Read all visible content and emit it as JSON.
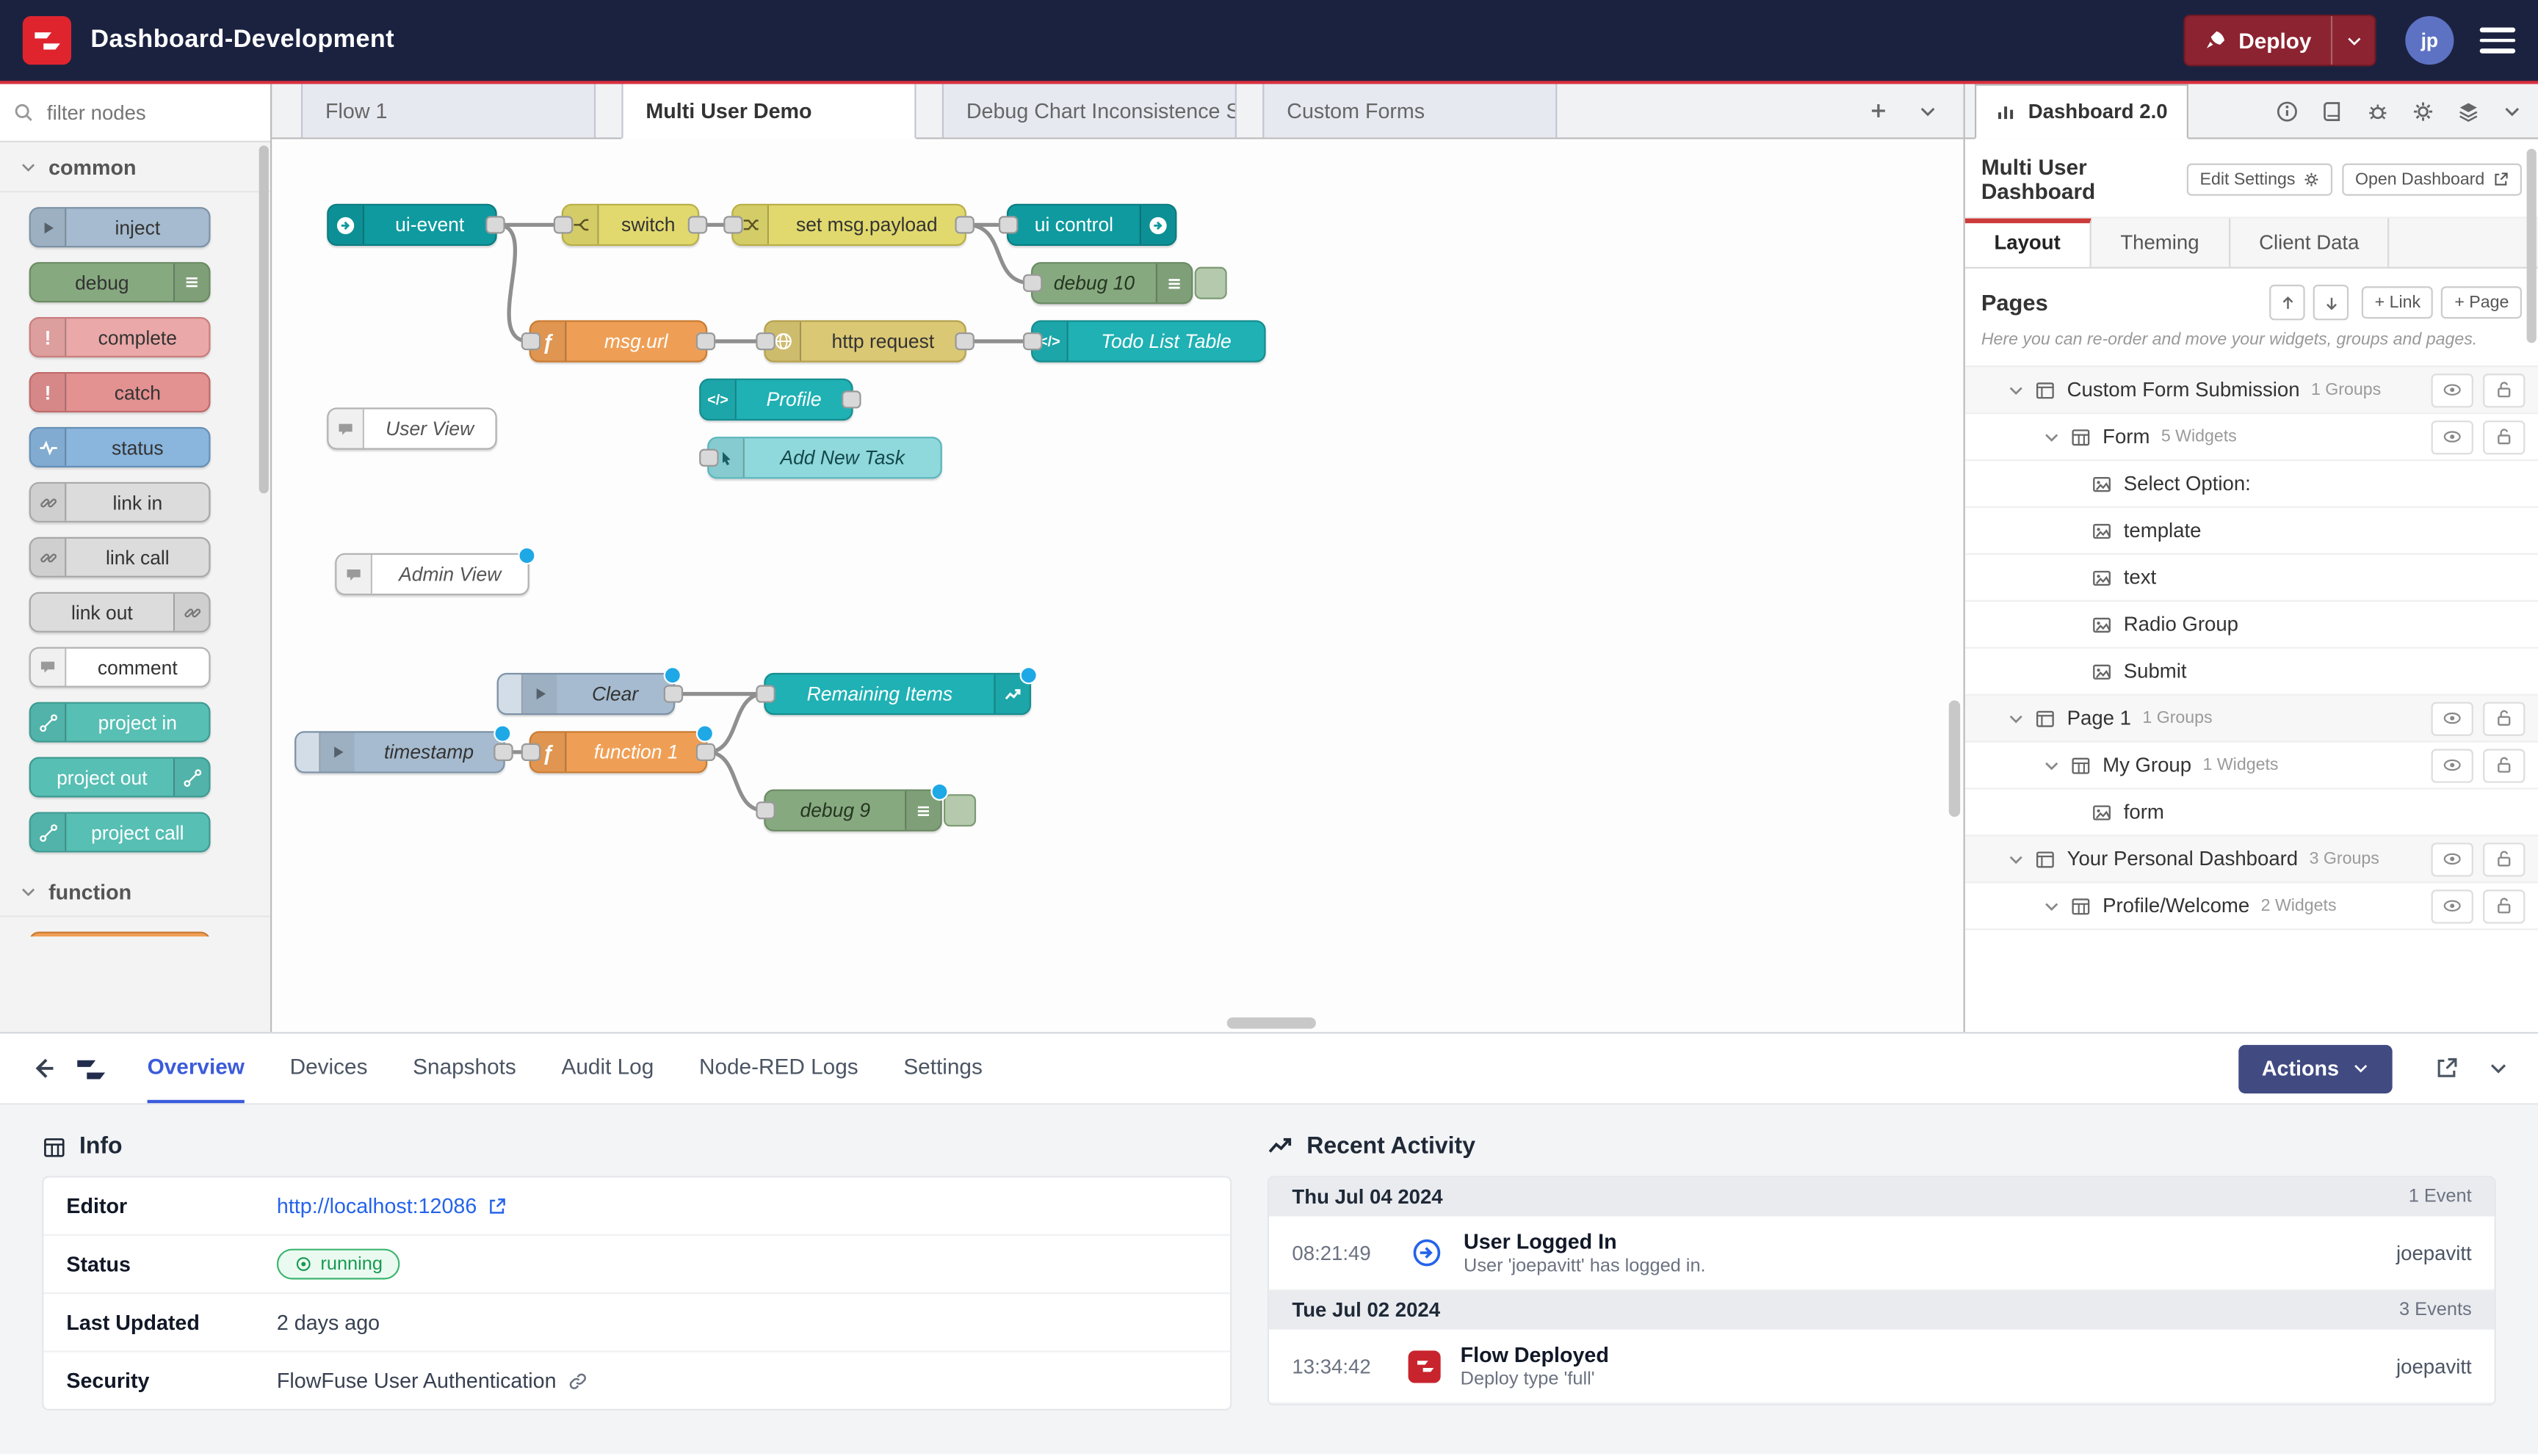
{
  "header": {
    "title": "Dashboard-Development",
    "deploy": "Deploy",
    "avatar": "jp"
  },
  "workspace": {
    "tabs": [
      "Flow 1",
      "Multi User Demo",
      "Debug Chart Inconsistence S",
      "Custom Forms"
    ],
    "active_tab": "Multi User Demo"
  },
  "palette": {
    "search_placeholder": "filter nodes",
    "categories": [
      "common",
      "function"
    ],
    "items": [
      "inject",
      "debug",
      "complete",
      "catch",
      "status",
      "link in",
      "link call",
      "link out",
      "comment",
      "project in",
      "project out",
      "project call"
    ]
  },
  "canvas": {
    "nodes": {
      "ui_event": "ui-event",
      "switch": "switch",
      "set_payload": "set msg.payload",
      "ui_control": "ui control",
      "debug10": "debug 10",
      "msg_url": "msg.url",
      "http_request": "http request",
      "todo": "Todo List Table",
      "profile": "Profile",
      "add_task": "Add New Task",
      "user_view": "User View",
      "admin_view": "Admin View",
      "clear": "Clear",
      "remaining": "Remaining Items",
      "timestamp": "timestamp",
      "function1": "function 1",
      "debug9": "debug 9"
    }
  },
  "sidebar": {
    "tab": "Dashboard 2.0",
    "title": "Multi User Dashboard",
    "edit_settings": "Edit Settings",
    "open_dashboard": "Open Dashboard",
    "tabs": [
      "Layout",
      "Theming",
      "Client Data"
    ],
    "pages_title": "Pages",
    "link_btn": "+ Link",
    "page_btn": "+ Page",
    "help": "Here you can re-order and move your widgets, groups and pages.",
    "tree": [
      {
        "label": "Custom Form Submission",
        "count": "1 Groups"
      },
      {
        "label": "Form",
        "count": "5 Widgets"
      },
      {
        "label": "Select Option:"
      },
      {
        "label": "template"
      },
      {
        "label": "text"
      },
      {
        "label": "Radio Group"
      },
      {
        "label": "Submit"
      },
      {
        "label": "Page 1",
        "count": "1 Groups"
      },
      {
        "label": "My Group",
        "count": "1 Widgets"
      },
      {
        "label": "form"
      },
      {
        "label": "Your Personal Dashboard",
        "count": "3 Groups"
      },
      {
        "label": "Profile/Welcome",
        "count": "2 Widgets"
      }
    ]
  },
  "panel": {
    "tabs": [
      "Overview",
      "Devices",
      "Snapshots",
      "Audit Log",
      "Node-RED Logs",
      "Settings"
    ],
    "active_tab": "Overview",
    "actions": "Actions",
    "info": {
      "title": "Info",
      "editor_label": "Editor",
      "editor_value": "http://localhost:12086",
      "status_label": "Status",
      "status_value": "running",
      "updated_label": "Last Updated",
      "updated_value": "2 days ago",
      "security_label": "Security",
      "security_value": "FlowFuse User Authentication"
    },
    "activity": {
      "title": "Recent Activity",
      "groups": [
        {
          "date": "Thu Jul 04 2024",
          "count": "1 Event",
          "time": "08:21:49",
          "event_title": "User Logged In",
          "event_desc": "User 'joepavitt' has logged in.",
          "user": "joepavitt"
        },
        {
          "date": "Tue Jul 02 2024",
          "count": "3 Events",
          "time": "13:34:42",
          "event_title": "Flow Deployed",
          "event_desc": "Deploy type 'full'",
          "user": "joepavitt"
        }
      ]
    }
  },
  "colors": {
    "brand_red": "#e0242e",
    "deploy_red": "#8c2331",
    "header_bg": "#1b2240",
    "accent_blue": "#3b5bdb",
    "teal": "#1fb1b4",
    "running_green": "#17994f"
  }
}
